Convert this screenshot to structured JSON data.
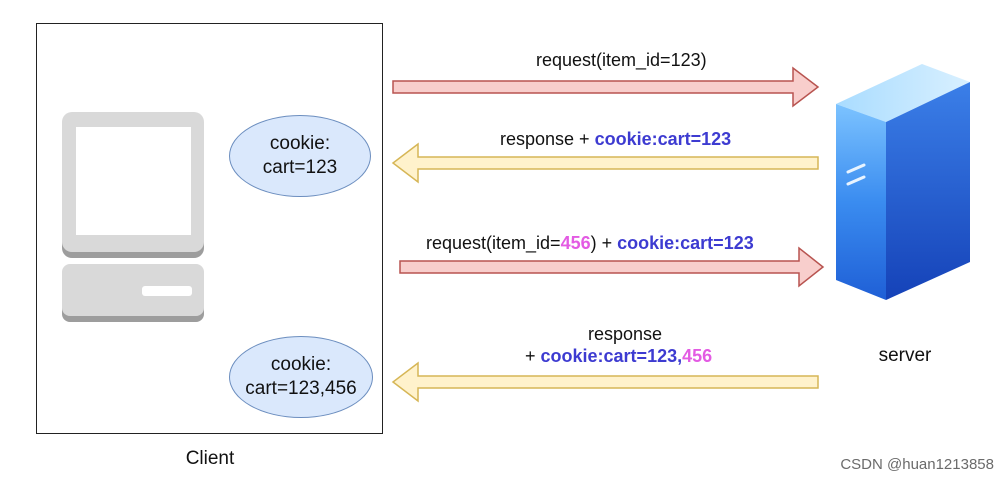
{
  "client": {
    "label": "Client",
    "cookie_1": {
      "line1": "cookie:",
      "line2": "cart=123"
    },
    "cookie_2": {
      "line1": "cookie:",
      "line2": "cart=123,456"
    }
  },
  "server": {
    "label": "server"
  },
  "messages": {
    "m1": {
      "text": "request(item_id=123)"
    },
    "m2": {
      "plain": "response + ",
      "cookie": "cookie:cart=123"
    },
    "m3": {
      "prefix": "request(item_id=",
      "item": "456",
      "middle": ") + ",
      "cookie": "cookie:cart=123"
    },
    "m4": {
      "line1": "response",
      "plus": "+ ",
      "cookie": "cookie:cart=123,",
      "item": "456"
    }
  },
  "colors": {
    "request_arrow_fill": "#f8cecc",
    "request_arrow_stroke": "#b85450",
    "response_arrow_fill": "#fff2cc",
    "response_arrow_stroke": "#d6b656",
    "cookie_text": "#3d3bd1",
    "new_item_text": "#e35be3",
    "ellipse_fill": "#dae8fc",
    "ellipse_stroke": "#6c8ebf",
    "server_blue": "#1f6fe0"
  },
  "icons": {
    "client": "desktop-computer-icon",
    "server": "server-tower-icon"
  },
  "watermark": "CSDN @huan1213858"
}
